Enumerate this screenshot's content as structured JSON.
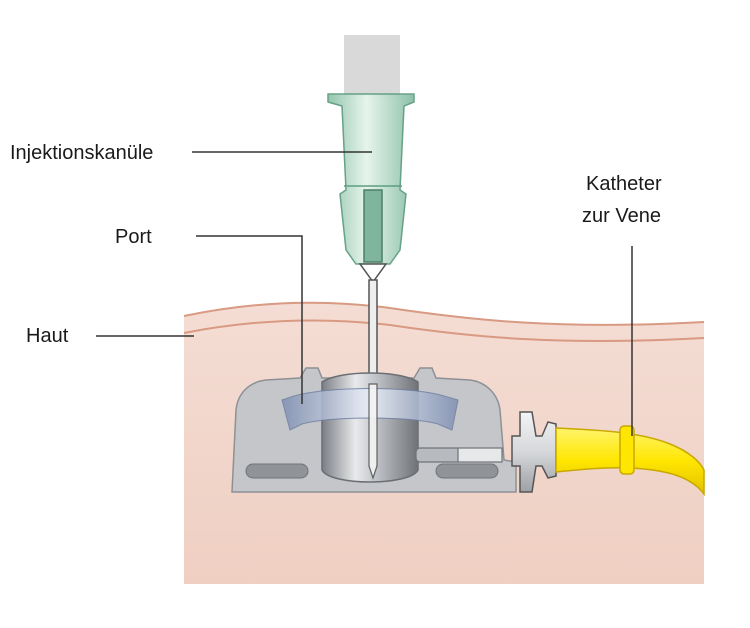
{
  "labels": {
    "needle": "Injektionskanüle",
    "port": "Port",
    "skin": "Haut",
    "catheter_line1": "Katheter",
    "catheter_line2": "zur Vene"
  },
  "colors": {
    "skin_tissue": "#f3d9cf",
    "skin_line": "#d89a82",
    "needle_hub": "#a9d6c0",
    "port_body": "#c4c6c9",
    "port_chamber": "#9fa3a8",
    "catheter": "#ffe600",
    "leader_line": "#333333"
  }
}
